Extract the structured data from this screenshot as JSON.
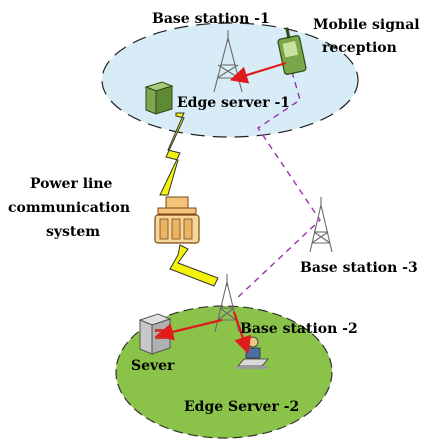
{
  "labels": {
    "base_station_1": "Base station -1",
    "mobile_signal_line1": "Mobile signal",
    "mobile_signal_line2": "reception",
    "edge_server_1": "Edge server -1",
    "plc_line1": "Power line",
    "plc_line2": "communication",
    "plc_line3": "system",
    "base_station_3": "Base station -3",
    "base_station_2": "Base station -2",
    "sever": "Sever",
    "edge_server_2": "Edge Server -2"
  },
  "colors": {
    "cell_1_fill": "#d8ecf7",
    "cell_2_fill": "#8bc34a",
    "signal_link": "#e01b1b",
    "handover_path": "#9b2fae",
    "power_line": "#f2f20a"
  },
  "icons": {
    "tower": "antenna-tower-icon",
    "phone": "mobile-phone-icon",
    "server": "server-cabinet-icon",
    "laptop": "laptop-user-icon",
    "plc": "power-line-coupler-icon"
  }
}
